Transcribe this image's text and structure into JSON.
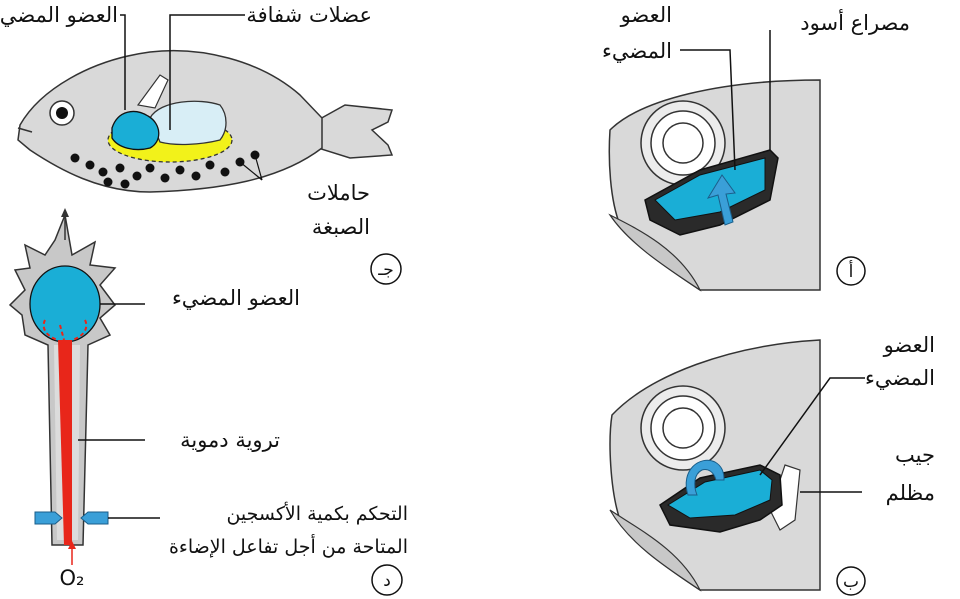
{
  "panel_a": {
    "marker": "أ",
    "label_organ_line1": "العضو",
    "label_organ_line2": "المضيء",
    "label_shutter": "مصراع أسود"
  },
  "panel_b": {
    "marker": "ب",
    "label_organ_line1": "العضو",
    "label_organ_line2": "المضيء",
    "label_pocket_line1": "جيب",
    "label_pocket_line2": "مظلم"
  },
  "panel_c": {
    "marker": "جـ",
    "label_organ": "العضو المضيء",
    "label_muscles": "عضلات شفافة",
    "label_chromato_line1": "حاملات",
    "label_chromato_line2": "الصبغة"
  },
  "panel_d": {
    "marker": "د",
    "label_organ": "العضو المضيء",
    "label_blood": "تروية دموية",
    "label_control_line1": "التحكم بكمية الأكسجين",
    "label_control_line2": "المتاحة من أجل تفاعل الإضاءة",
    "label_o2": "O₂"
  },
  "colors": {
    "organ": "#1aaed6",
    "organ_light": "#d8eef6",
    "body_gray": "#d9d9d9",
    "shutter": "#2a2a2a",
    "yellow": "#f2f21a",
    "blood": "#e8261a",
    "arrow_blue": "#3a9fd8"
  }
}
